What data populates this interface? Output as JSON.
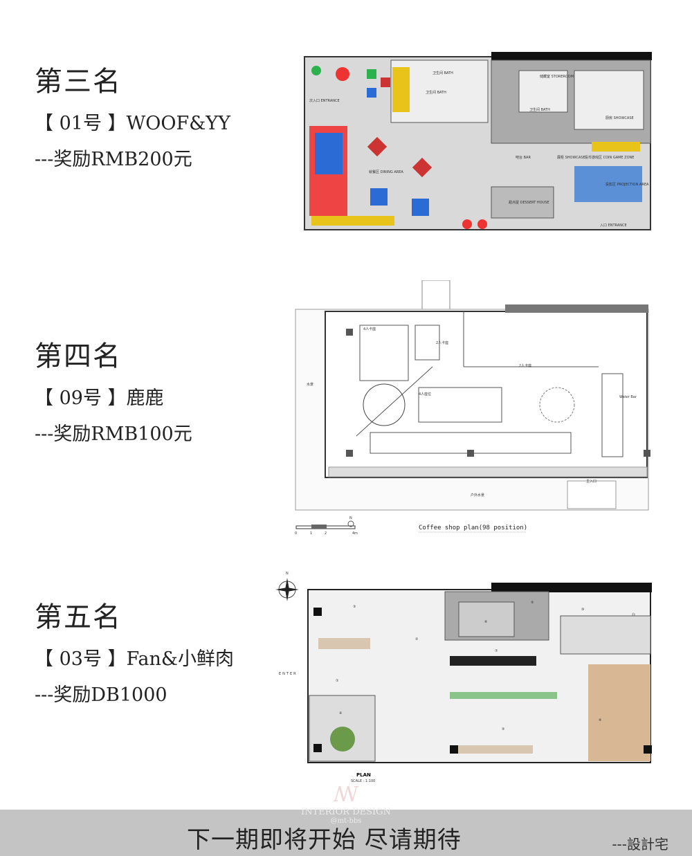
{
  "entries": [
    {
      "rank": "第三名",
      "id_line": "【 01号 】WOOF&YY",
      "reward": "---奖励RMB200元"
    },
    {
      "rank": "第四名",
      "id_line": "【 09号 】鹿鹿",
      "reward": "---奖励RMB100元"
    },
    {
      "rank": "第五名",
      "id_line": "【 03号 】Fan&小鲜肉",
      "reward": "---奖励DB1000"
    }
  ],
  "plan1": {
    "labels": [
      "卫生间 BATH",
      "卫生间 BATH",
      "次入口 ENTRANCE",
      "储藏室 STOREROOM",
      "卫生间 BATH",
      "厨房 SHOWCASE",
      "吧台 BAR",
      "展柜 SHOWCASE",
      "投币游戏区 COIN GAME ZONE",
      "就餐区 DINING AREA",
      "投影区 PROJECTION AREA",
      "甜点屋 DESSERT HOUSE",
      "入口 ENTRANCE"
    ]
  },
  "plan2": {
    "caption": "Coffee shop plan(98 position)",
    "scale_ticks": [
      "0",
      "1",
      "2",
      "4m"
    ],
    "north": "N",
    "labels": [
      "4人卡座",
      "2人卡座",
      "2人卡座",
      "4人座位",
      "Water Bar",
      "主入口",
      "户外水景",
      "水景"
    ]
  },
  "plan3": {
    "title": "PLAN",
    "scale": "SCALE : 1:100",
    "enter": "ENTER",
    "north": "N",
    "room_numbers": [
      "①",
      "②",
      "③",
      "④",
      "⑤",
      "⑥",
      "⑦",
      "⑧",
      "⑨",
      "⑩",
      "⑪"
    ]
  },
  "footer": {
    "watermark": "INTERIOR DESIGN",
    "watermark_sub": "@mt-bbs",
    "main": "下一期即将开始  尽请期待",
    "signature": "---設計宅"
  },
  "colors": {
    "footer_bg": "#c4c4c4",
    "wall": "#222222",
    "floor1": "#d9d9d9"
  }
}
